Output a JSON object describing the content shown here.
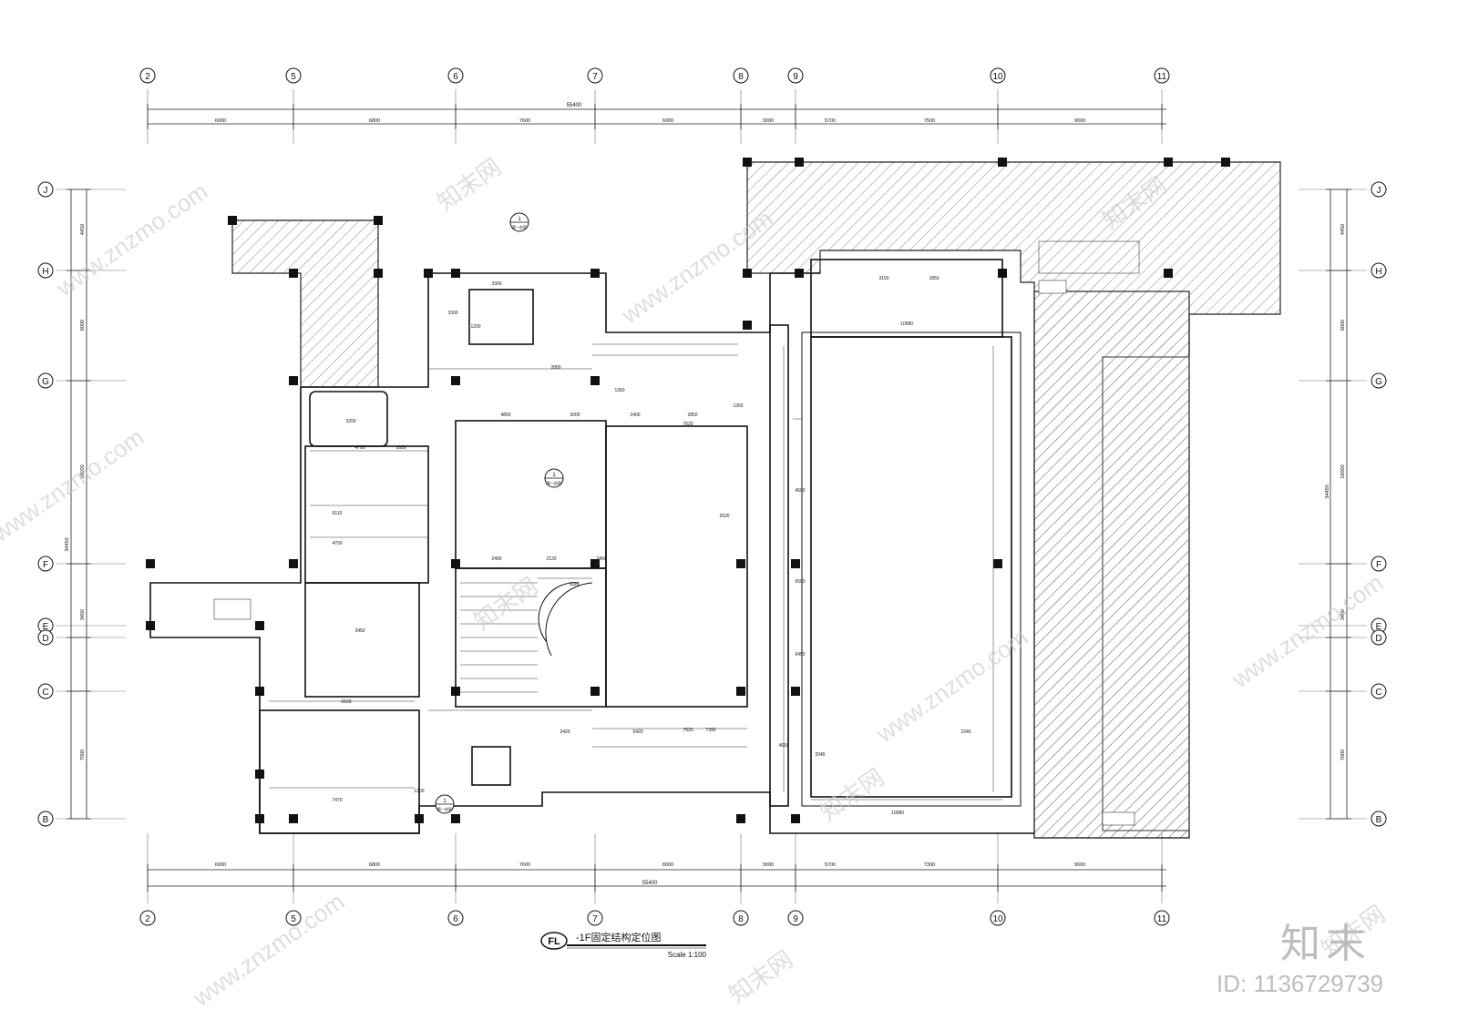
{
  "grid": {
    "columns": [
      "2",
      "5",
      "6",
      "7",
      "8",
      "9",
      "10",
      "11"
    ],
    "rows": [
      "J",
      "H",
      "G",
      "F",
      "E",
      "D",
      "C",
      "B"
    ]
  },
  "dimensions": {
    "top_total": "55400",
    "top_spans": [
      "6000",
      "6800",
      "7600",
      "6000",
      "3000",
      "5700",
      "7500",
      "9000"
    ],
    "bottom_total": "55400",
    "bottom_spans": [
      "6000",
      "6800",
      "7600",
      "8000",
      "3000",
      "5700",
      "7300",
      "9000"
    ],
    "left_spans": [
      "4450",
      "6000",
      "18000",
      "3450",
      "7000"
    ],
    "left_total": "34450",
    "right_spans": [
      "4450",
      "6000",
      "18000",
      "3450",
      "7000"
    ],
    "right_total": "34450"
  },
  "interior_dims": [
    "3300",
    "1500",
    "1200",
    "2800",
    "1350",
    "4800",
    "3000",
    "2400",
    "2850",
    "1350",
    "7520",
    "2620",
    "3200",
    "4700",
    "6110",
    "4700",
    "1650",
    "3450",
    "1120",
    "2400",
    "2120",
    "2460",
    "6160",
    "7470",
    "1300",
    "10580",
    "10080",
    "4500",
    "6500",
    "6450",
    "4650",
    "7520",
    "1850",
    "3150",
    "2420",
    "5420",
    "7390",
    "2045",
    "2240"
  ],
  "section_markers": [
    {
      "num": "1",
      "sub": "第一剖面"
    },
    {
      "num": "1",
      "sub": "第一剖面"
    },
    {
      "num": "1",
      "sub": "第一剖面"
    }
  ],
  "drawing_title": {
    "tag": "FL",
    "title": "-1F固定结构定位图",
    "scale": "Scale 1:100"
  },
  "watermarks": [
    "www.znzmo.com",
    "知末网"
  ],
  "brand": {
    "logo": "知末",
    "id": "ID: 1136729739"
  },
  "colors": {
    "line": "#111111",
    "hatch": "#555555",
    "watermark": "#c9c9c9"
  }
}
